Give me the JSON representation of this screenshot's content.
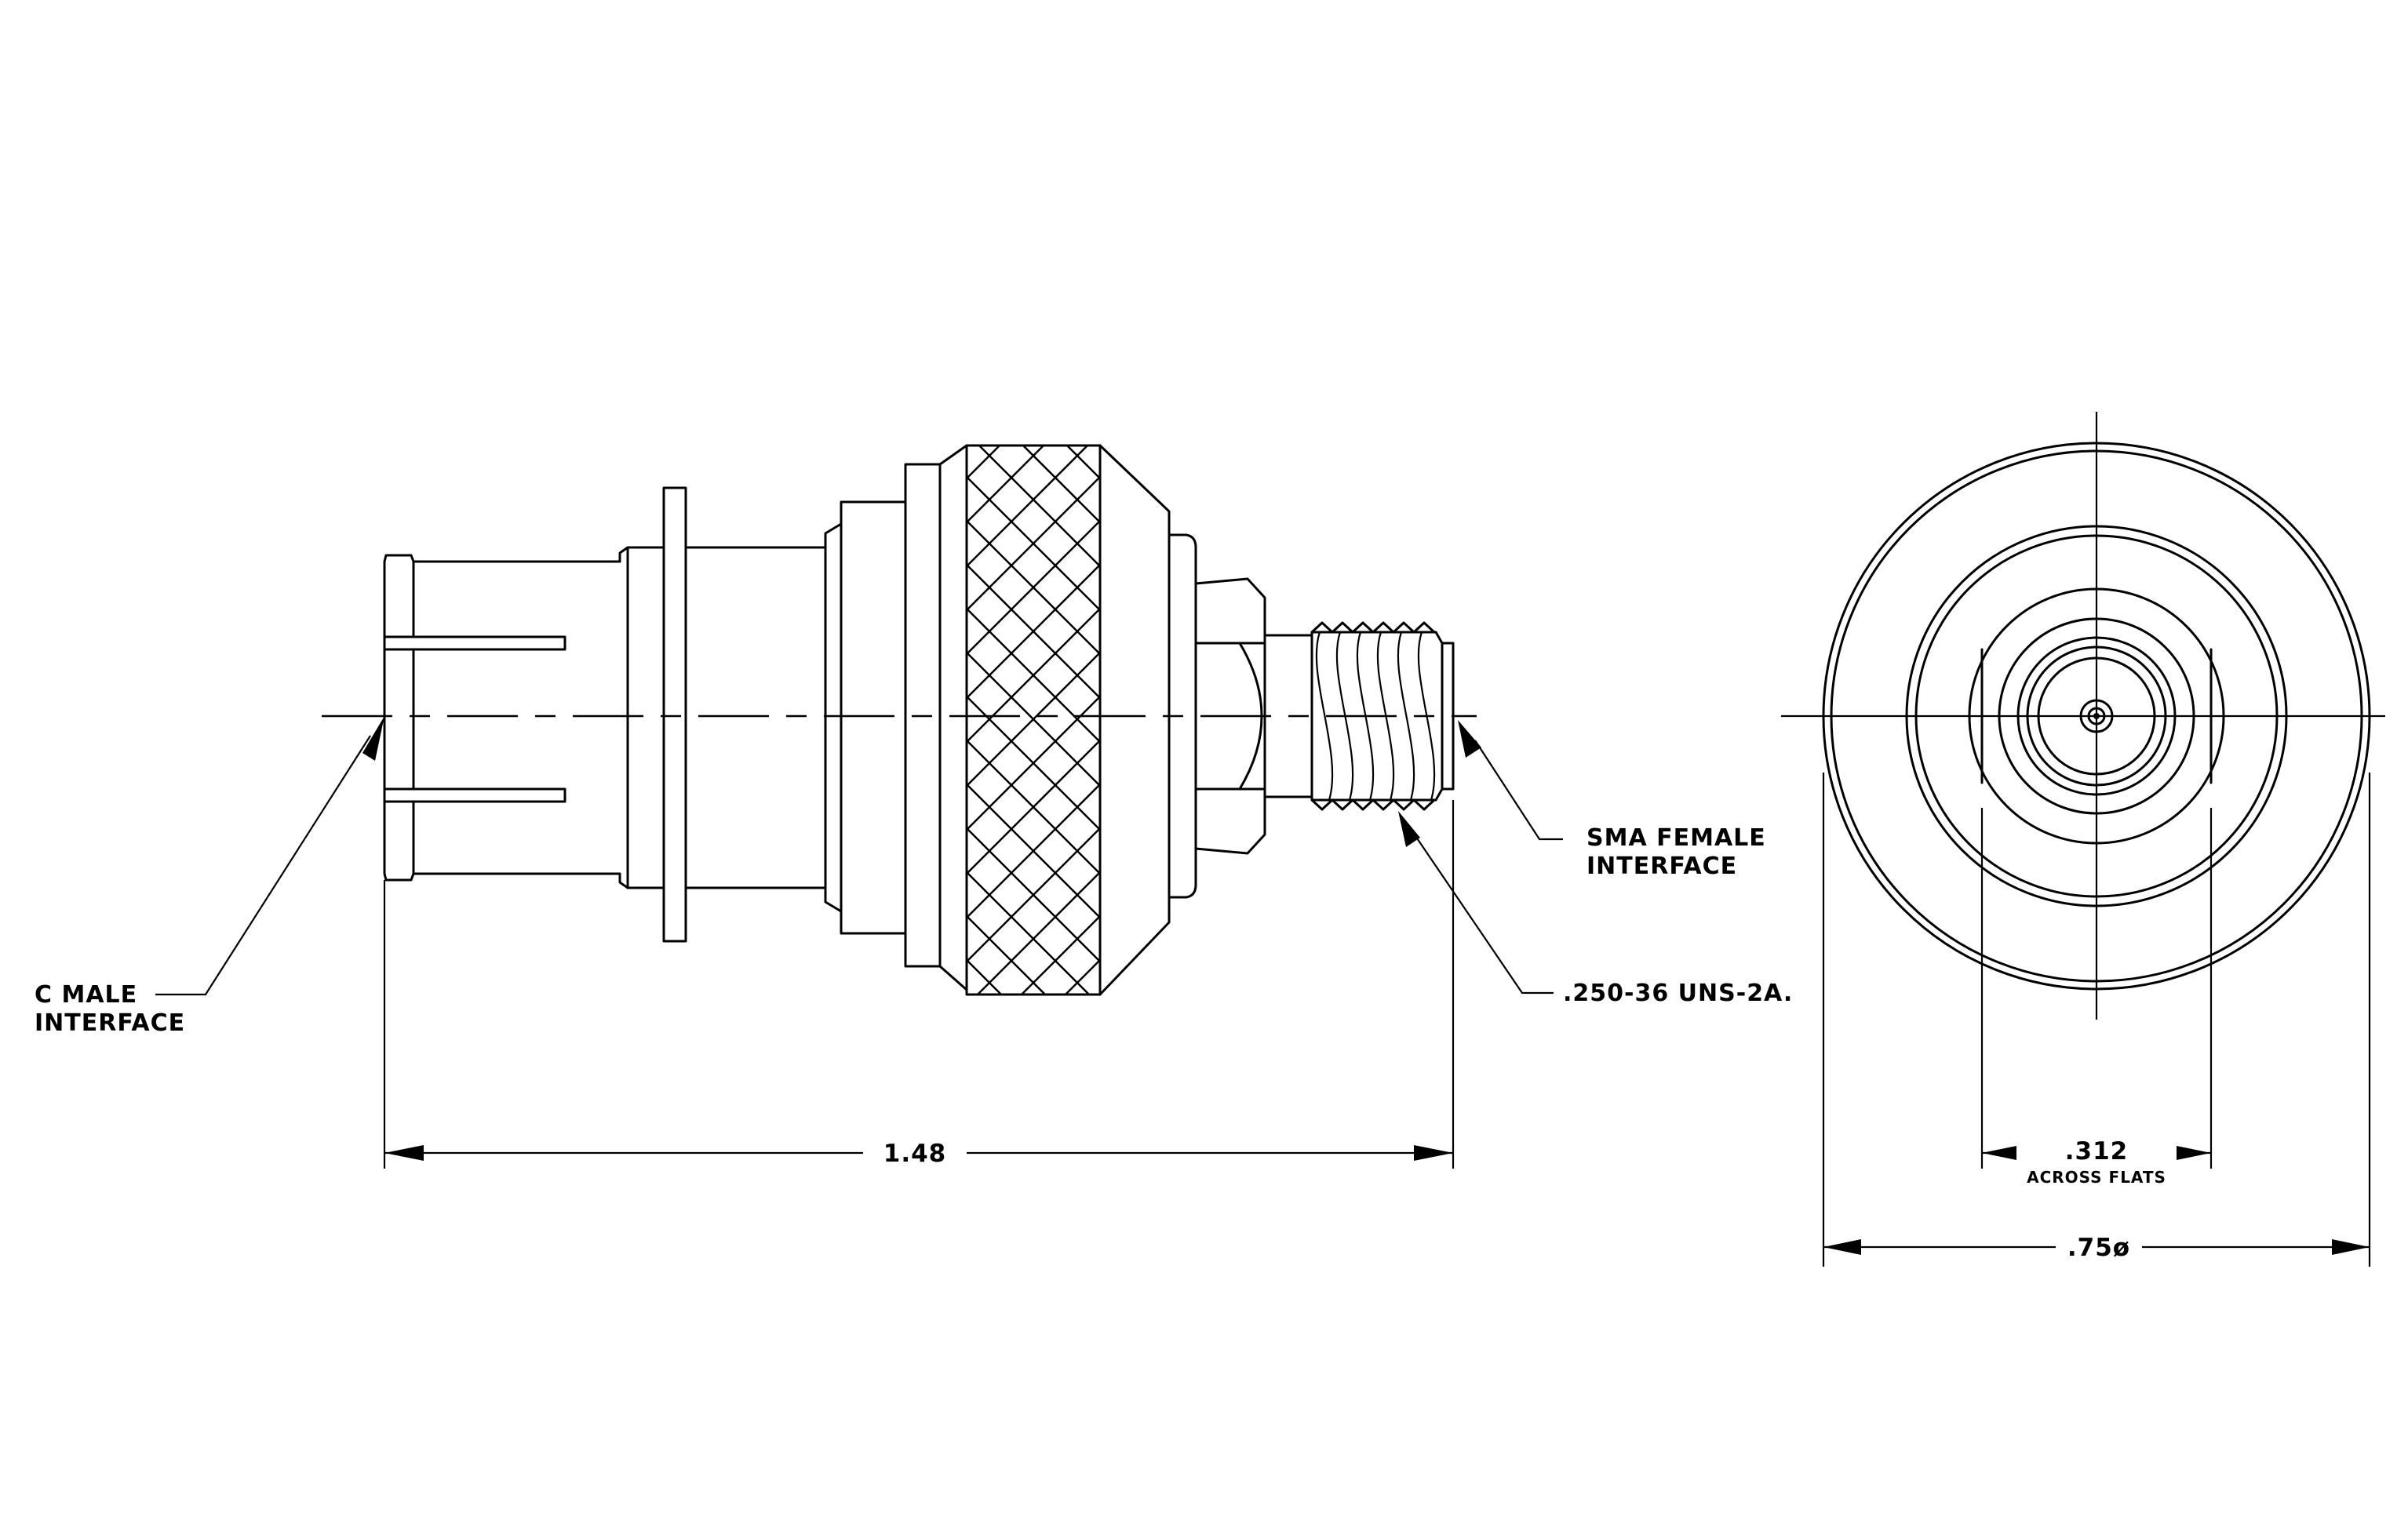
{
  "labels": {
    "c_male_line1": "C MALE",
    "c_male_line2": "INTERFACE",
    "sma_female_line1": "SMA FEMALE",
    "sma_female_line2": "INTERFACE",
    "thread_spec": ".250-36 UNS-2A."
  },
  "dimensions": {
    "length": "1.48",
    "across_flats_value": ".312",
    "across_flats_label": "ACROSS FLATS",
    "diameter": ".75ø"
  }
}
